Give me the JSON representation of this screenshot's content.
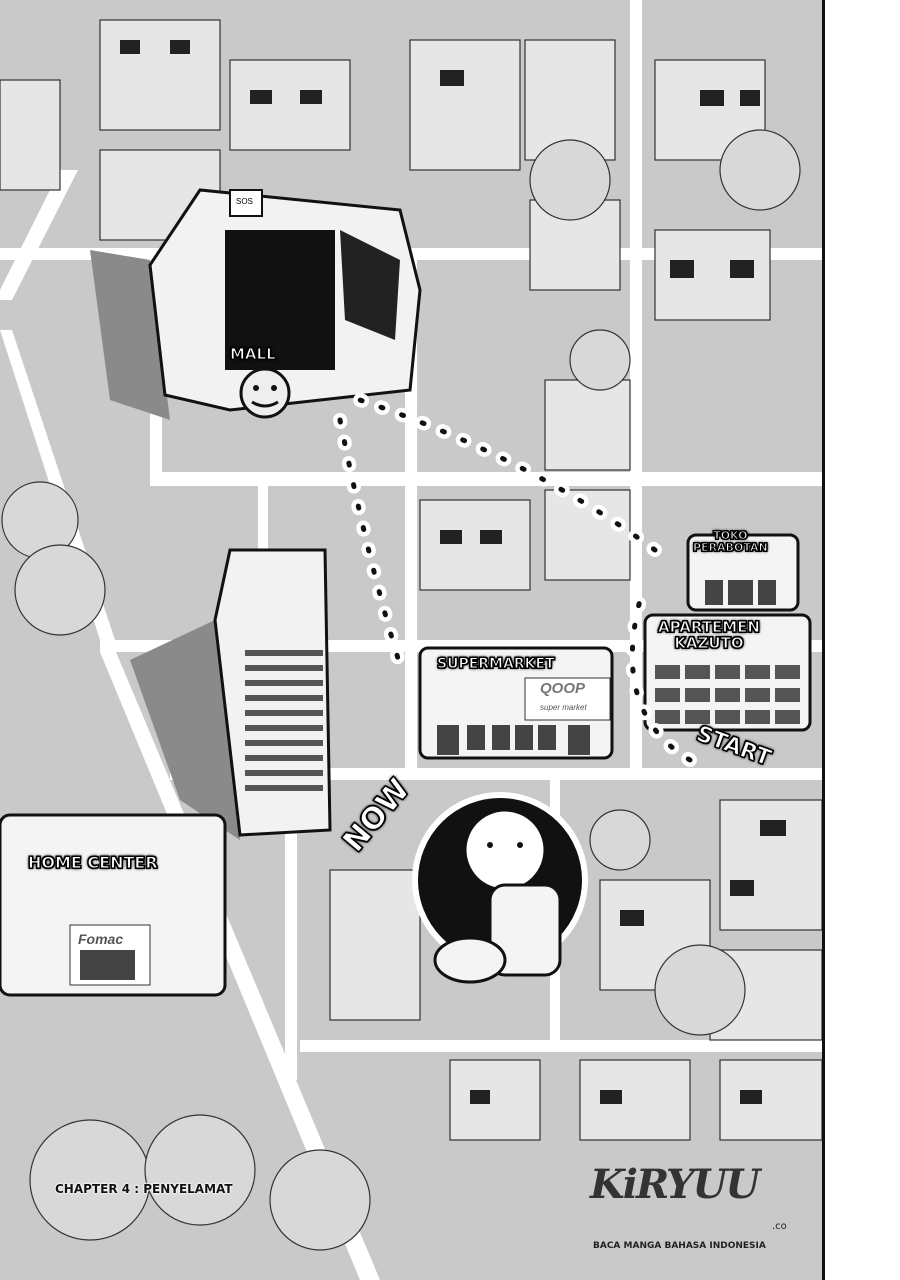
{
  "map": {
    "labels": {
      "mall": "MALL",
      "supermarket": "SUPERMARKET",
      "toko_perabotan": "TOKO\nPERABOTAN",
      "apartemen": "APARTEMEN\nKAZUTO",
      "home_center": "HOME CENTER",
      "start": "START",
      "now": "NOW"
    },
    "signs": {
      "sos": "SOS",
      "qoop": "QOOP",
      "qoop_sub": "super market",
      "fomac": "Fomac"
    }
  },
  "chapter": "CHAPTER 4 : PENYELAMAT",
  "watermark": {
    "logo": "KiRYUU",
    "domain": ".co",
    "tagline": "BACA MANGA BAHASA INDONESIA"
  },
  "colors": {
    "ground": "#c9c9c9",
    "road": "#ffffff",
    "ink": "#111111"
  }
}
